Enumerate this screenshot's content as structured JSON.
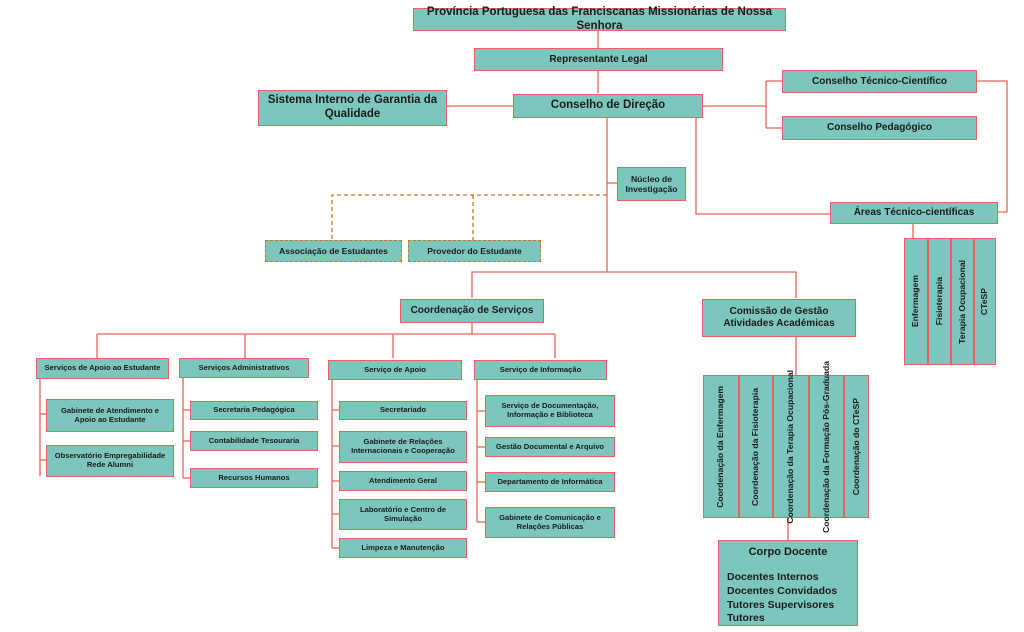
{
  "top": {
    "provincia": "Província Portuguesa das Franciscanas Missionárias de Nossa Senhora",
    "representante": "Representante Legal",
    "conselho_direcao": "Conselho de Direção",
    "sistema_qualidade": "Sistema Interno de Garantia da Qualidade",
    "conselho_tecnico": "Conselho Técnico-Científico",
    "conselho_pedagogico": "Conselho Pedagógico",
    "nucleo": "Núcleo de Investigação",
    "areas": "Áreas Técnico-científicas",
    "associacao": "Associação de Estudantes",
    "provedor": "Provedor do Estudante"
  },
  "areas_cols": [
    "Enfermagem",
    "Fisioterapia",
    "Terapia Ocupacional",
    "CTeSP"
  ],
  "coord_servicos": "Coordenação de Serviços",
  "servicos": {
    "apoio_estudante": {
      "title": "Serviços de Apoio ao Estudante",
      "items": [
        "Gabinete de Atendimento e Apoio ao Estudante",
        "Observatório Empregabilidade Rede Alumni"
      ]
    },
    "administrativos": {
      "title": "Serviços Administrativos",
      "items": [
        "Secretaria Pedagógica",
        "Contabilidade Tesouraria",
        "Recursos Humanos"
      ]
    },
    "apoio": {
      "title": "Serviço de Apoio",
      "items": [
        "Secretariado",
        "Gabinete de Relações Internacionais e Cooperação",
        "Atendimento Geral",
        "Laboratório e Centro de Simulação",
        "Limpeza e Manutenção"
      ]
    },
    "informacao": {
      "title": "Serviço de Informação",
      "items": [
        "Serviço de Documentação, Informação e Biblioteca",
        "Gestão Documental e Arquivo",
        "Departamento de Informática",
        "Gabinete de Comunicação e Relações Públicas"
      ]
    }
  },
  "comissao": "Comissão de Gestão Atividades Académicas",
  "comissao_cols": [
    "Coordenação da Enfermagem",
    "Coordenação da Fisioterapia",
    "Coordenação da Terapia Ocupacional",
    "Coordenação da Formação Pós-Graduada",
    "Coordenação do CTeSP"
  ],
  "corpo_docente": {
    "title": "Corpo Docente",
    "items": [
      "Docentes Internos",
      "Docentes Convidados",
      "Tutores Supervisores",
      "Tutores"
    ]
  },
  "colors": {
    "box_fill": "#7dc6bd",
    "border": "#e8635a",
    "dashed": "#c9741f"
  }
}
